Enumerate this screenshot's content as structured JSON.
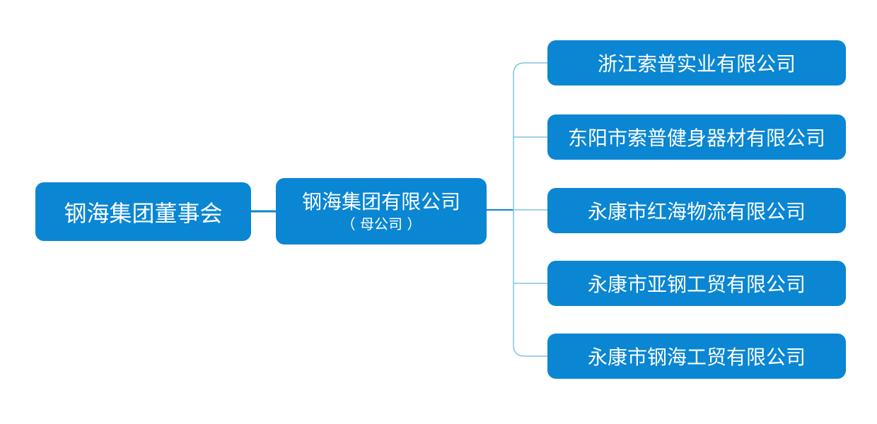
{
  "board": {
    "label": "钢海集团董事会"
  },
  "parent": {
    "label": "钢海集团有限公司",
    "note": "（ 母公司 ）"
  },
  "subsidiaries": [
    {
      "label": "浙江索普实业有限公司"
    },
    {
      "label": "东阳市索普健身器材有限公司"
    },
    {
      "label": "永康市红海物流有限公司"
    },
    {
      "label": "永康市亚钢工贸有限公司"
    },
    {
      "label": "永康市钢海工贸有限公司"
    }
  ],
  "colors": {
    "node": "#0a86d3",
    "connector_main": "#0a86d3",
    "connector_branch": "#7ec3e6"
  }
}
